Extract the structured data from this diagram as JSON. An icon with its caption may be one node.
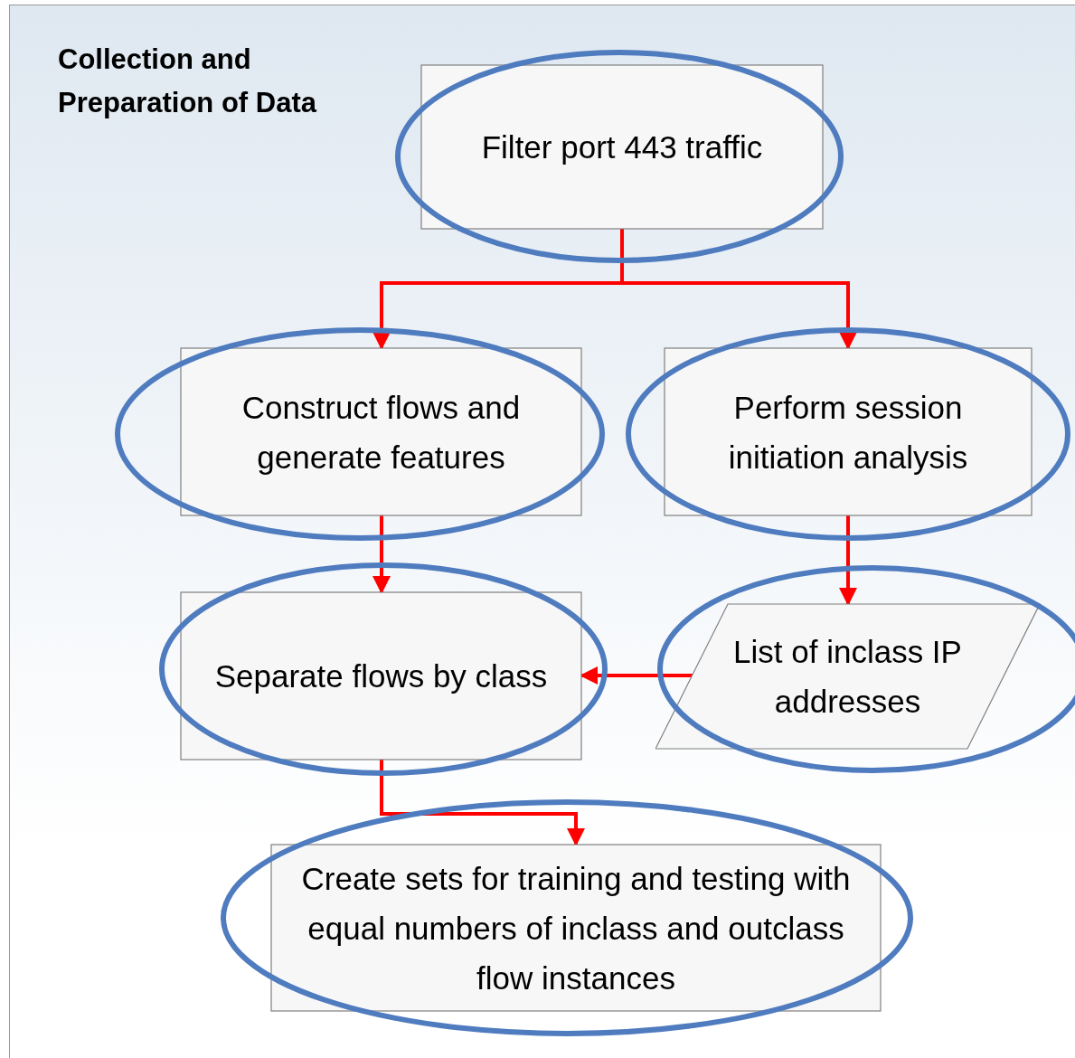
{
  "diagram": {
    "title": "Collection and Preparation of Data",
    "nodes": [
      {
        "text": [
          "Filter port 443 traffic"
        ]
      },
      {
        "text": [
          "Construct flows and generate features"
        ]
      },
      {
        "text": [
          "Perform session initiation analysis"
        ]
      },
      {
        "text": [
          "Separate flows by class"
        ]
      },
      {
        "text": [
          "List of inclass IP addresses"
        ]
      },
      {
        "text": [
          "Create sets for training and testing with equal numbers of inclass and outclass flow instances"
        ]
      }
    ],
    "edges": [
      {
        "from": 0,
        "to": 1,
        "arrow": "to"
      },
      {
        "from": 0,
        "to": 2,
        "arrow": "to"
      },
      {
        "from": 1,
        "to": 3,
        "arrow": "to"
      },
      {
        "from": 2,
        "to": 4,
        "arrow": "to"
      },
      {
        "from": 4,
        "to": 3,
        "arrow": "to"
      },
      {
        "from": 3,
        "to": 5,
        "arrow": "to"
      }
    ]
  }
}
